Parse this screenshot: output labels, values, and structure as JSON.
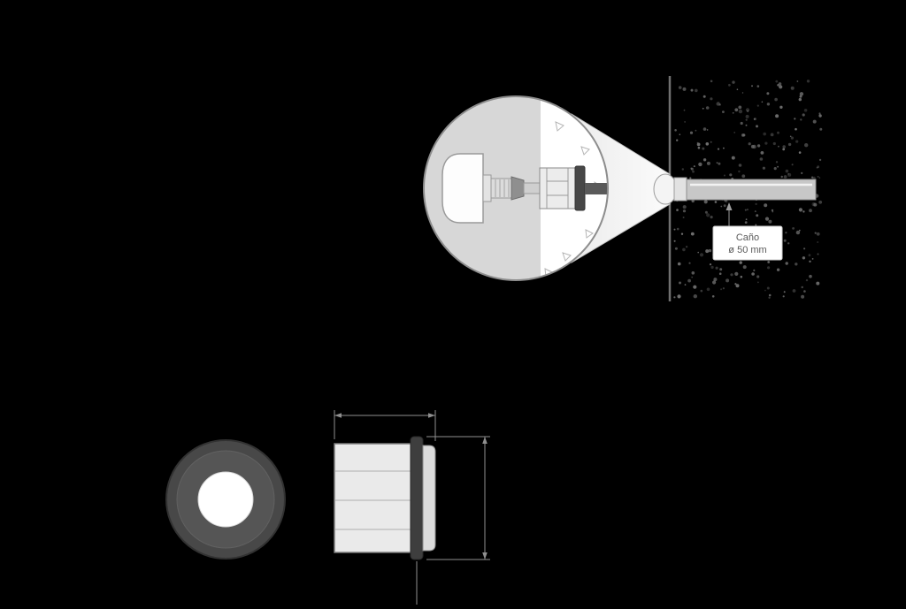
{
  "figure": {
    "title": "fitting-installation-technical-diagram",
    "callout": {
      "line1": "Caño",
      "line2": "ø 50 mm"
    },
    "colors": {
      "background": "#000000",
      "lens_left_half": "#d7d7d7",
      "lens_right_half": "#ffffff",
      "lens_outline": "#8d8d8d",
      "cone_fill": "#f3f3f3",
      "wall_line": "#6f6f6f",
      "concrete_dot": "#6f6f6f",
      "pipe_fill": "#c7c7c7",
      "pipe_highlight": "#f2f2f2",
      "flange_dark": "#3e3e3e",
      "body_fill": "#eaeaea",
      "front_ring_outer": "#484848",
      "front_ring_inner": "#555555",
      "front_hole": "#ffffff",
      "dimension_line": "#8f8f8f",
      "callout_bg": "#ffffff",
      "callout_border": "#cfcfcf",
      "callout_text": "#5a5a5a"
    }
  }
}
